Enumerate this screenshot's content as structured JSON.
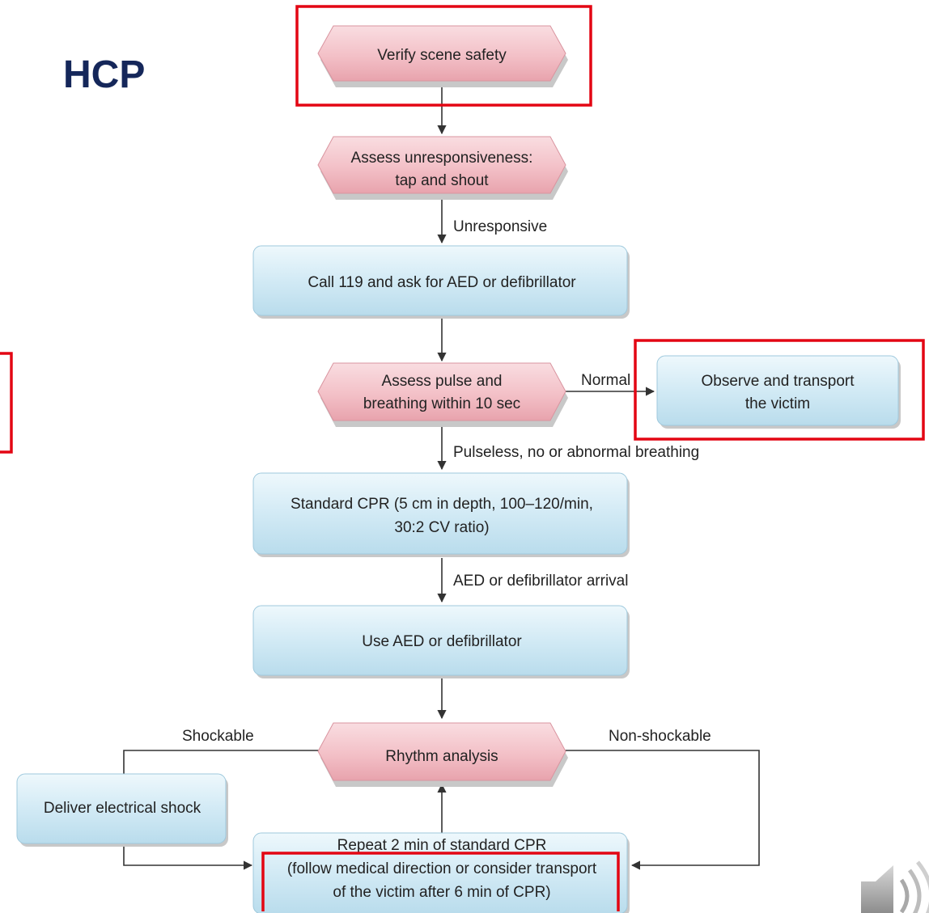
{
  "heading": "HCP",
  "colors": {
    "heading": "#15275a",
    "decision_fill": "#f4c2c8",
    "process_fill": "#d4ebf6",
    "highlight": "#e30613",
    "line": "#333333"
  },
  "nodes": {
    "verify": {
      "lines": [
        "Verify scene safety"
      ],
      "shape": "hexagon"
    },
    "assess_unresponsive": {
      "lines": [
        "Assess unresponsiveness:",
        "tap and shout"
      ],
      "shape": "hexagon"
    },
    "call": {
      "lines": [
        "Call 119 and ask for AED or defibrillator"
      ],
      "shape": "box"
    },
    "assess_pulse": {
      "lines": [
        "Assess pulse and",
        "breathing within 10 sec"
      ],
      "shape": "hexagon"
    },
    "observe": {
      "lines": [
        "Observe and transport",
        "the victim"
      ],
      "shape": "box"
    },
    "cpr": {
      "lines": [
        "Standard CPR (5 cm in depth, 100–120/min,",
        "30:2 CV ratio)"
      ],
      "shape": "box"
    },
    "use_aed": {
      "lines": [
        "Use AED or defibrillator"
      ],
      "shape": "box"
    },
    "rhythm": {
      "lines": [
        "Rhythm analysis"
      ],
      "shape": "hexagon"
    },
    "shock": {
      "lines": [
        "Deliver electrical shock"
      ],
      "shape": "box"
    },
    "repeat": {
      "lines": [
        "Repeat 2 min of standard CPR",
        "(follow medical direction or consider transport",
        "of the victim after 6 min of CPR)"
      ],
      "shape": "box"
    }
  },
  "edge_labels": {
    "unresponsive": "Unresponsive",
    "normal": "Normal",
    "pulseless": "Pulseless, no or abnormal breathing",
    "aed_arrival": "AED or defibrillator arrival",
    "shockable": "Shockable",
    "non_shockable": "Non-shockable"
  },
  "icons": {
    "speaker": "speaker-icon"
  }
}
